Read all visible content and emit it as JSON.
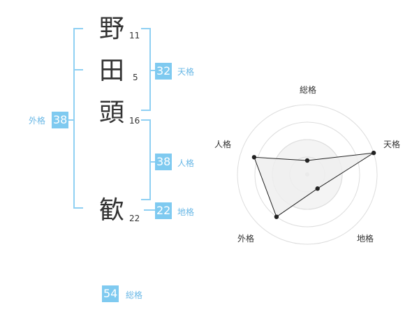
{
  "name": {
    "chars": [
      {
        "char": "野",
        "strokes": "11"
      },
      {
        "char": "田",
        "strokes": "5"
      },
      {
        "char": "頭",
        "strokes": "16"
      },
      {
        "char": "歓",
        "strokes": "22"
      }
    ]
  },
  "kaku": {
    "tenkaku": {
      "label": "天格",
      "value": "32"
    },
    "jinkaku": {
      "label": "人格",
      "value": "38"
    },
    "chikaku": {
      "label": "地格",
      "value": "22"
    },
    "gaikaku": {
      "label": "外格",
      "value": "38"
    },
    "soukaku": {
      "label": "総格",
      "value": "54"
    }
  },
  "chart_data": {
    "type": "radar",
    "axes": [
      "総格",
      "天格",
      "地格",
      "外格",
      "人格"
    ],
    "values": [
      0.2,
      1.0,
      0.25,
      0.75,
      0.8
    ],
    "range": [
      0,
      1
    ],
    "rings": 4,
    "colors": {
      "fill": "#eeeeee",
      "stroke": "#222222",
      "grid": "#dddddd"
    }
  }
}
